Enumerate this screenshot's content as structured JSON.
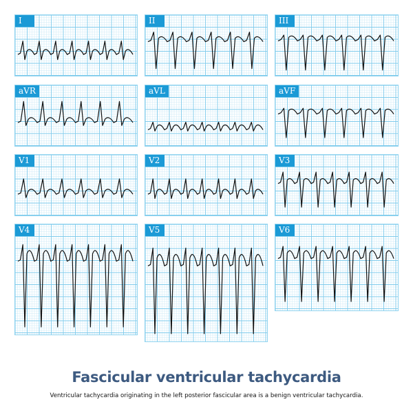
{
  "title": "Fascicular ventricular tachycardia",
  "subtitle": "Ventricular tachycardia originating in the left posterior fascicular area is a benign ventricular tachycardia.",
  "colors": {
    "grid_major": "#7fcbec",
    "grid_minor": "#cdeaf7",
    "label_bg": "#1b9ad6",
    "trace": "#111111",
    "title": "#3d5a80"
  },
  "leads": [
    {
      "label": "I"
    },
    {
      "label": "II"
    },
    {
      "label": "III"
    },
    {
      "label": "aVR"
    },
    {
      "label": "aVL"
    },
    {
      "label": "aVF"
    },
    {
      "label": "V1"
    },
    {
      "label": "V2"
    },
    {
      "label": "V3"
    },
    {
      "label": "V4"
    },
    {
      "label": "V5"
    },
    {
      "label": "V6"
    }
  ]
}
